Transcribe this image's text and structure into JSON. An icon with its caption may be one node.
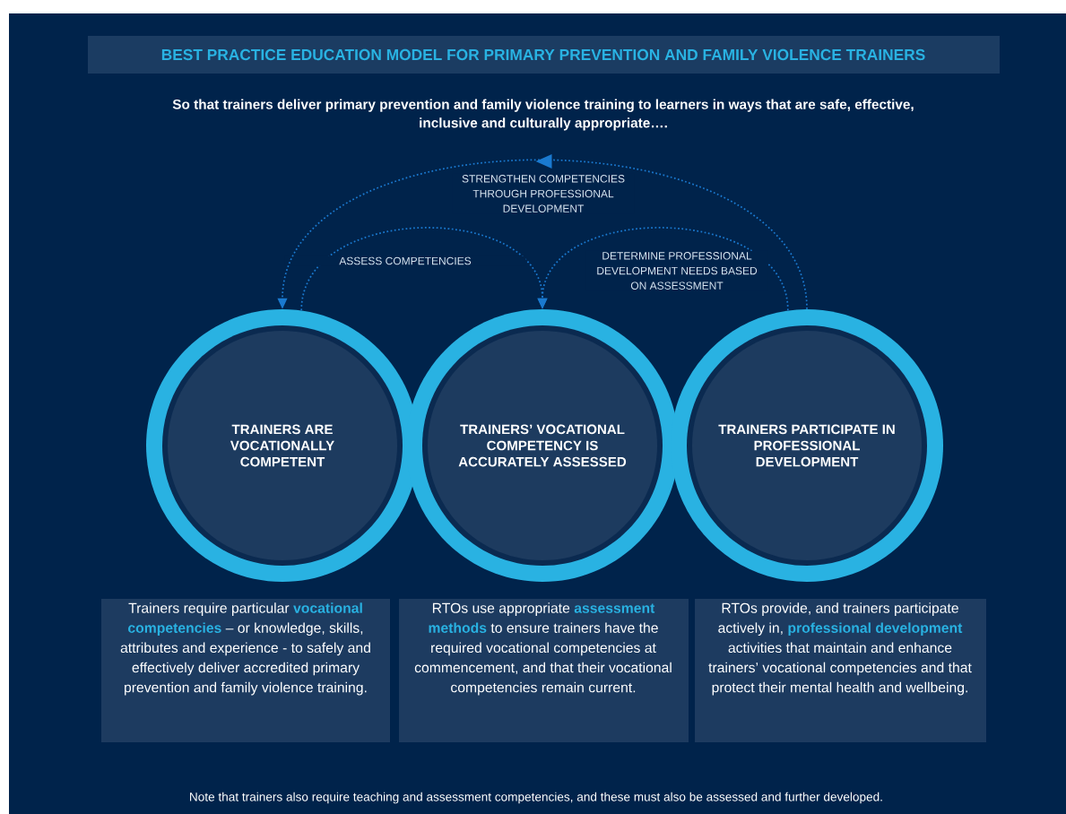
{
  "diagram": {
    "title": "BEST PRACTICE EDUCATION MODEL FOR PRIMARY PREVENTION AND FAMILY VIOLENCE TRAINERS",
    "nodes": [
      {
        "text": [
          "TRAINERS ARE VOCATIONALLY COMPETENT"
        ]
      },
      {
        "text": [
          "TRAINERS’ VOCATIONAL COMPETENCY IS ACCURATELY ASSESSED"
        ]
      },
      {
        "text": [
          "TRAINERS PARTICIPATE IN PROFESSIONAL DEVELOPMENT"
        ]
      },
      {
        "text": [
          "Trainers require particular **vocational competencies** – or knowledge, skills, attributes and experience - to safely and effectively deliver accredited primary prevention and family violence training."
        ]
      },
      {
        "text": [
          "RTOs use appropriate **assessment methods** to ensure trainers have the required vocational competencies at commencement, and that their vocational competencies remain current."
        ]
      },
      {
        "text": [
          "RTOs provide, and trainers participate actively in, **professional development** activities that maintain and enhance trainers’ vocational competencies and that protect their mental health and wellbeing."
        ]
      }
    ],
    "edges": [
      {
        "from": 0,
        "to": 1,
        "arrow": "to",
        "label": "ASSESS COMPETENCIES",
        "style": "dashed"
      },
      {
        "from": 2,
        "to": 1,
        "arrow": "to",
        "label": "DETERMINE PROFESSIONAL DEVELOPMENT NEEDS BASED ON ASSESSMENT",
        "style": "dashed"
      },
      {
        "from": 2,
        "to": 0,
        "arrow": "to",
        "label": "STRENGTHEN COMPETENCIES THROUGH PROFESSIONAL DEVELOPMENT",
        "style": "dashed"
      }
    ],
    "labels": [
      "So that trainers deliver primary prevention and family violence training to learners in ways that are safe, effective, inclusive and culturally appropriate….",
      "Note that trainers also require teaching and assessment competencies, and these must also be assessed and further developed."
    ]
  }
}
